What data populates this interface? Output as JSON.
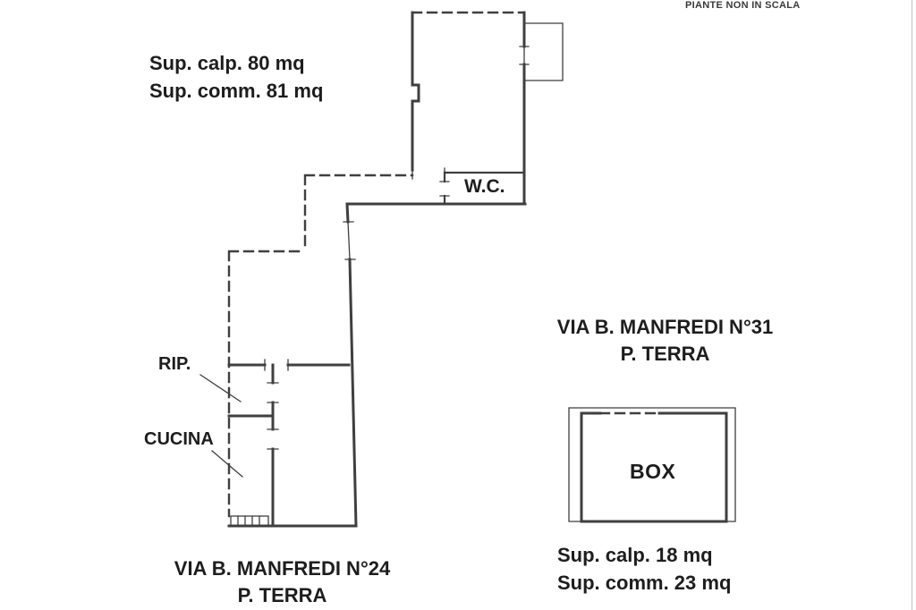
{
  "header": {
    "note": "PIANTE NON IN SCALA"
  },
  "apartment": {
    "sup_calp": "Sup. calp. 80 mq",
    "sup_comm": "Sup. comm. 81 mq",
    "rooms": {
      "wc": "W.C.",
      "rip": "RIP.",
      "cucina": "CUCINA"
    },
    "address_line1": "VIA B. MANFREDI N°24",
    "address_line2": "P. TERRA"
  },
  "garage": {
    "address_line1": "VIA B. MANFREDI N°31",
    "address_line2": "P. TERRA",
    "room": "BOX",
    "sup_calp": "Sup. calp. 18 mq",
    "sup_comm": "Sup. comm. 23 mq"
  },
  "colors": {
    "line": "#3f3f3f",
    "text": "#1d1d1d",
    "note": "#3a3a3a",
    "bg": "#ffffff"
  }
}
